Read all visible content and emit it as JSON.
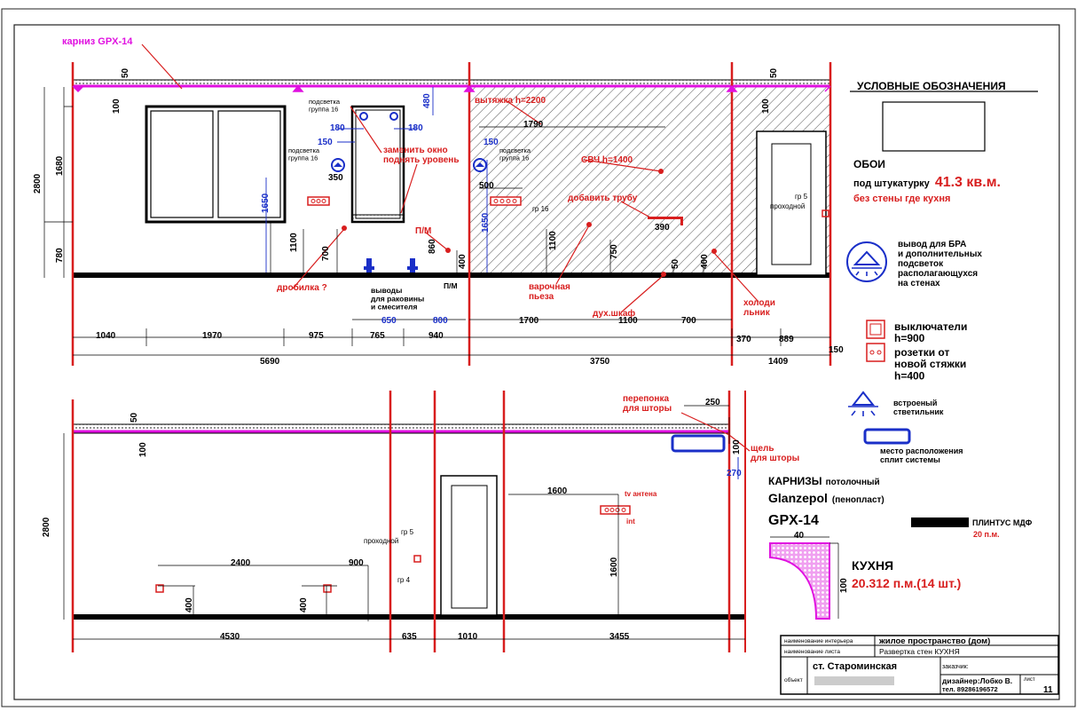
{
  "cornice_label": "карниз GPX-14",
  "top": {
    "lighting_g16_a": "подсветка\nгруппа 16",
    "lighting_g16_b": "подсветка\nгруппа 16",
    "lighting_g16_c": "подсветка\nгруппа 16",
    "replace_window": "заменить окно\nподнять уровень",
    "hood": "вытяжка h=2200",
    "microwave": "СВЧ h=1400",
    "add_pipe": "добавить трубу",
    "crusher": "дробилка ?",
    "sink_outlets": "выводы\nдля раковины\nи смесителя",
    "pm1": "П/М",
    "pm2": "П/М",
    "gr16": "гр 16",
    "cooktop": "варочная\nпьеза",
    "oven": "дух.шкаф",
    "fridge": "холоди\nльник",
    "gr5": "гр 5",
    "passage": "проходной",
    "dims": {
      "d50a": "50",
      "d100a": "100",
      "d2800": "2800",
      "d1680": "1680",
      "d780": "780",
      "d1650": "1650",
      "d1100": "1100",
      "d700": "700",
      "d180a": "180",
      "d180b": "180",
      "d480": "480",
      "d150a": "150",
      "d350": "350",
      "d860": "860",
      "d400a": "400",
      "d650": "650",
      "d800": "800",
      "d1790": "1790",
      "d150b": "150",
      "d500": "500",
      "d1650b": "1650",
      "d1100b": "1100",
      "d750": "750",
      "d390": "390",
      "d50b": "50",
      "d400b": "400",
      "d1700": "1700",
      "d1100c": "1100",
      "d700b": "700",
      "d50c": "50",
      "d100c": "100",
      "b1040": "1040",
      "b1970": "1970",
      "b975": "975",
      "b765": "765",
      "b940": "940",
      "b370": "370",
      "b889": "889",
      "b5690": "5690",
      "b3750": "3750",
      "b1409": "1409",
      "b150": "150"
    }
  },
  "bottom": {
    "partition": "перепонка\nдля шторы",
    "gap": "щель\nдля шторы",
    "gr5": "гр 5",
    "passage": "проходной",
    "gr4": "гр 4",
    "tv": "tv антена",
    "int": "int",
    "dims": {
      "d50": "50",
      "d100": "100",
      "d2800": "2800",
      "d2400": "2400",
      "d900": "900",
      "d400a": "400",
      "d400b": "400",
      "d1600a": "1600",
      "d1600b": "1600",
      "d250": "250",
      "d100b": "100",
      "d270": "270",
      "b4530": "4530",
      "b635": "635",
      "b1010": "1010",
      "b3455": "3455"
    }
  },
  "legend": {
    "title": "УСЛОВНЫЕ ОБОЗНАЧЕНИЯ",
    "wallpaper": "ОБОИ",
    "under_plaster": "под штукатурку",
    "area": "41.3 кв.м.",
    "except_wall": "без стены где кухня",
    "sconce": "вывод для БРА\nи дополнительных\nподсветок\nрасполагающухся\nна стенах",
    "switches": "выключатели\nh=900",
    "sockets": "розетки от\nновой стяжки\nh=400",
    "builtin_light": "встроеный\nстветильник",
    "split": "место расположения\nсплит системы",
    "cornice_title": "КАРНИЗЫ",
    "cornice_type": "потолочный",
    "brand": "Glanzepol",
    "material": "(пенопласт)",
    "model": "GPX-14",
    "plinth": "ПЛИНТУС МДФ",
    "plinth_len": "20 п.м.",
    "profile_w": "40",
    "profile_h": "100",
    "kitchen": "КУХНЯ",
    "kitchen_len": "20.312 п.м.(14 шт.)"
  },
  "title_block": {
    "interior_label": "наименование интерьера",
    "interior_value": "жилое пространство (дом)",
    "sheet_label": "наименование листа",
    "sheet_value": "Развертка стен КУХНЯ",
    "object_label": "объект",
    "object_value": "ст. Староминская",
    "client_label": "заказчик:",
    "designer": "дизайнер:Лобко В.",
    "phone": "тел. 89286196572",
    "sheet_no_label": "лист",
    "sheet_no": "11"
  },
  "colors": {
    "red": "#d81e1e",
    "blue": "#1a2fc8",
    "magenta": "#e010e0",
    "black": "#000000"
  }
}
